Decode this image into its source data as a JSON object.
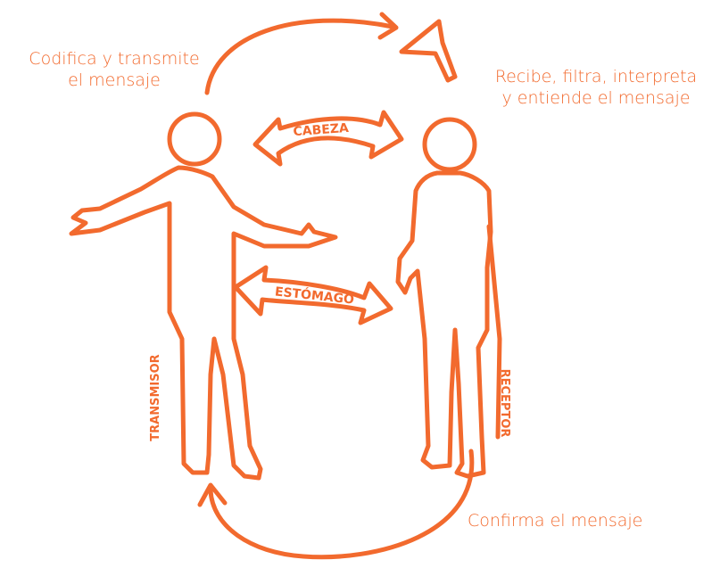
{
  "colors": {
    "stroke": "#f26a2e",
    "text": "#f26a2e",
    "background": "#ffffff"
  },
  "captions": {
    "sender_action_line1": "Codifica y transmite",
    "sender_action_line2": "el mensaje",
    "receiver_action_line1": "Recibe, filtra, interpreta",
    "receiver_action_line2": "y entiende el mensaje",
    "feedback": "Confirma el mensaje"
  },
  "arrows": {
    "head": "CABEZA",
    "stomach": "ESTÓMAGO"
  },
  "figures": {
    "sender": "TRANSMISOR",
    "receiver": "RECEPTOR"
  },
  "icons": {
    "filter": "funnel-icon"
  }
}
